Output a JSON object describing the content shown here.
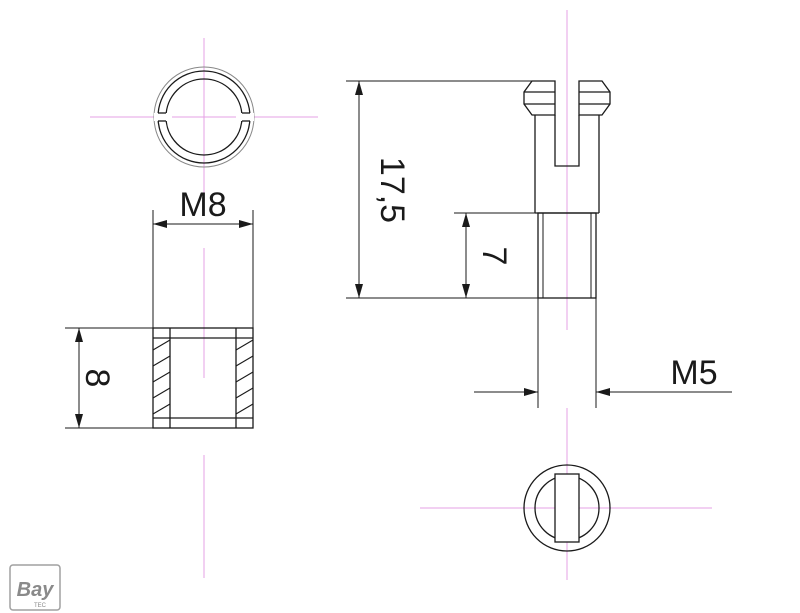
{
  "labels": {
    "sleeve_diameter": "M8",
    "sleeve_height": "8",
    "pin_total_length": "17,5",
    "pin_thread_length": "7",
    "pin_diameter": "M5"
  },
  "logo": {
    "main": "Bay",
    "sub": "TEC"
  },
  "colors": {
    "line": "#1a1a1a",
    "centerline": "#e6a0e6",
    "hatch": "#1a1a1a",
    "logo": "#8a8a8a"
  }
}
